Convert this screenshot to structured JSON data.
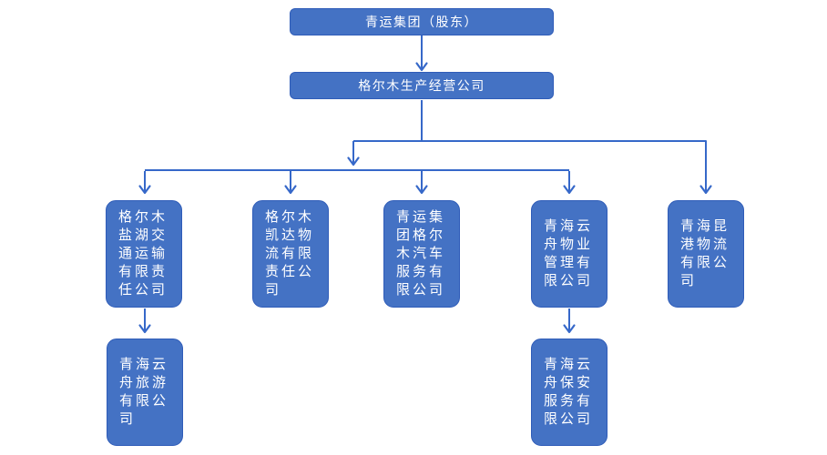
{
  "org_chart": {
    "type": "org-tree",
    "root": {
      "label": "青运集团（股东）"
    },
    "operating_company": {
      "label": "格尔木生产经营公司"
    },
    "subsidiaries": [
      {
        "label": "格尔木盐湖交通运输有限责任公司",
        "children": [
          {
            "label": "青海云舟旅游有限公司"
          }
        ]
      },
      {
        "label": "格尔木凯达物流有限责任公司",
        "children": []
      },
      {
        "label": "青运集团格尔木汽车服务有限公司",
        "children": []
      },
      {
        "label": "青海云舟物业管理有限公司",
        "children": [
          {
            "label": "青海云舟保安服务有限公司"
          }
        ]
      },
      {
        "label": "青海昆港物流有限公司",
        "children": []
      }
    ],
    "colors": {
      "box_fill": "#4472C4",
      "box_border": "#2F5CB8",
      "connector": "#3668C9",
      "text": "#FFFFFF",
      "background": "#FFFFFF"
    }
  }
}
